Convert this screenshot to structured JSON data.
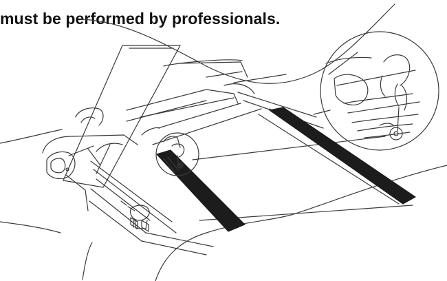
{
  "document": {
    "warning_text": "must be performed by professionals."
  },
  "illustration": {
    "subject": "treadmill",
    "line_color": "#3a3a3a",
    "belt_strip_color": "#1c1c1c",
    "callouts": [
      "zoom-callout-large",
      "zoom-callout-small"
    ]
  }
}
